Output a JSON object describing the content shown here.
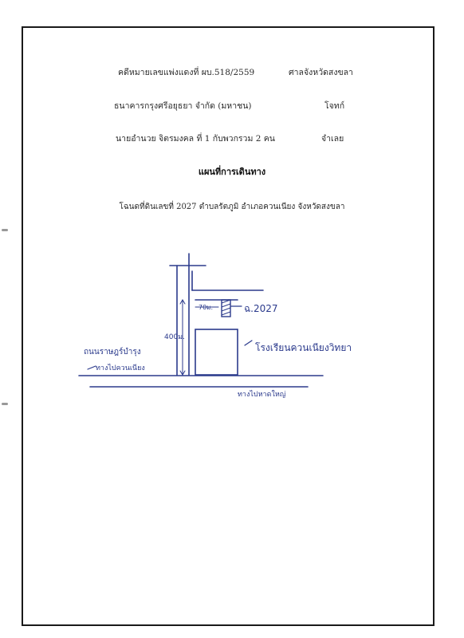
{
  "header": {
    "case_no": "คดีหมายเลขแพ่งแดงที่ ผบ.518/2559",
    "court": "ศาลจังหวัดสงขลา",
    "plaintiff": "ธนาคารกรุงศรีอยุธยา จำกัด (มหาชน)",
    "plaintiff_role": "โจทก์",
    "defendant": "นายอำนวย จิตรมงคล ที่ 1 กับพวกรวม 2 คน",
    "defendant_role": "จำเลย"
  },
  "title": "แผนที่การเดินทาง",
  "deed": "โฉนดที่ดินเลขที่ 2027 ตำบลรัตภูมิ อำเภอควนเนียง จังหวัดสงขลา",
  "map": {
    "lot_label": "ฉ.2027",
    "school_label": "โรงเรียนควนเนียงวิทยา",
    "distance_top": "70ม.",
    "distance_side": "400ม.",
    "road_left_1": "ถนนราษฎร์บำรุง",
    "road_left_2": "ทางไปควนเนียง",
    "road_bottom": "ทางไปหาดใหญ่"
  }
}
